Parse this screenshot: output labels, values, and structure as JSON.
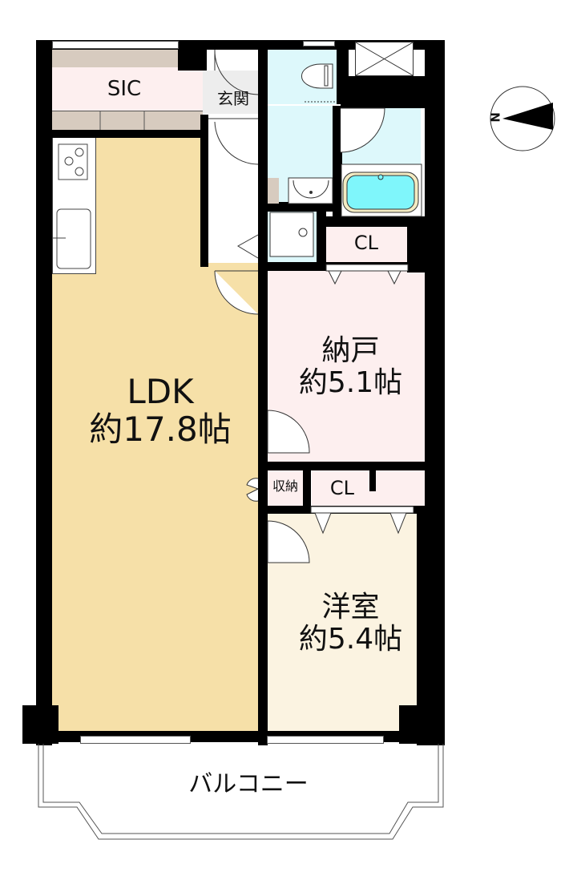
{
  "floor_plan": {
    "rooms": {
      "ldk": {
        "name": "LDK",
        "size": "約17.8帖",
        "color": "#F6E0A8"
      },
      "storage_room": {
        "name": "納戸",
        "size": "約5.1帖",
        "color": "#FDEFEF"
      },
      "western_room": {
        "name": "洋室",
        "size": "約5.4帖",
        "color": "#FBF3E1"
      },
      "sic": {
        "name": "SIC",
        "color": "#FDEFEF"
      },
      "entrance": {
        "name": "玄関",
        "color": "#EDEDED"
      },
      "closet_top": {
        "name": "CL",
        "color": "#FDEFEF"
      },
      "closet_mid": {
        "name": "CL",
        "color": "#FDEFEF"
      },
      "storage": {
        "name": "収納",
        "color": "#FDEFEF"
      },
      "balcony": {
        "name": "バルコニー",
        "color": "#FFFFFF"
      }
    },
    "wet_area_color": "#DDF8FB",
    "bathtub_color": "#7FF6FB",
    "shelf_color": "#D7CBBF",
    "compass": {
      "label": "N"
    }
  }
}
